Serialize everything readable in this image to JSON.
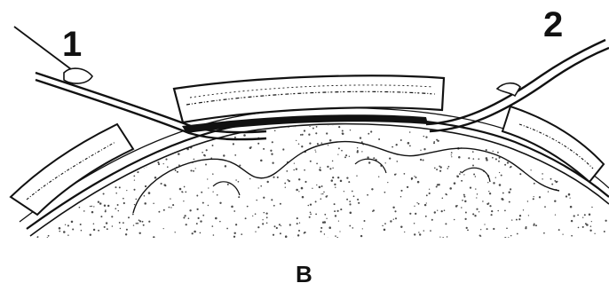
{
  "labels": {
    "one": "1",
    "two": "2",
    "panel": "B"
  },
  "colors": {
    "ink": "#111111",
    "paper": "#ffffff",
    "stipple": "#4a4a4a"
  }
}
